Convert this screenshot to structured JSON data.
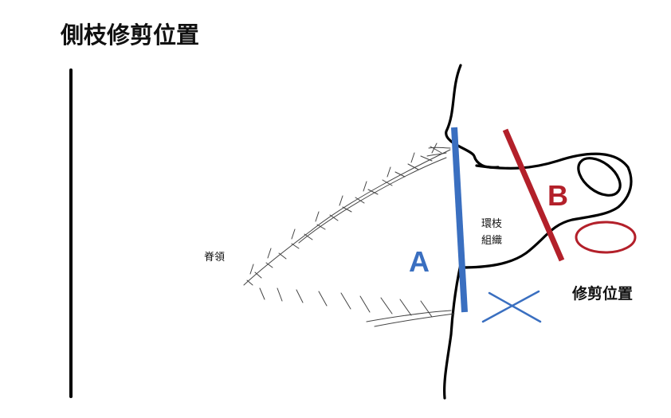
{
  "title": "側枝修剪位置",
  "labels": {
    "ridge": "脊領",
    "collar_line1": "環枝",
    "collar_line2": "組織",
    "pruning_position": "修剪位置",
    "cut_a": "A",
    "cut_b": "B"
  },
  "marks": {
    "correct": "circle-correct-mark",
    "wrong": "cross-wrong-mark"
  },
  "colors": {
    "cut_a": "#3a6fc0",
    "cut_b": "#b3202a",
    "outline": "#000000"
  }
}
